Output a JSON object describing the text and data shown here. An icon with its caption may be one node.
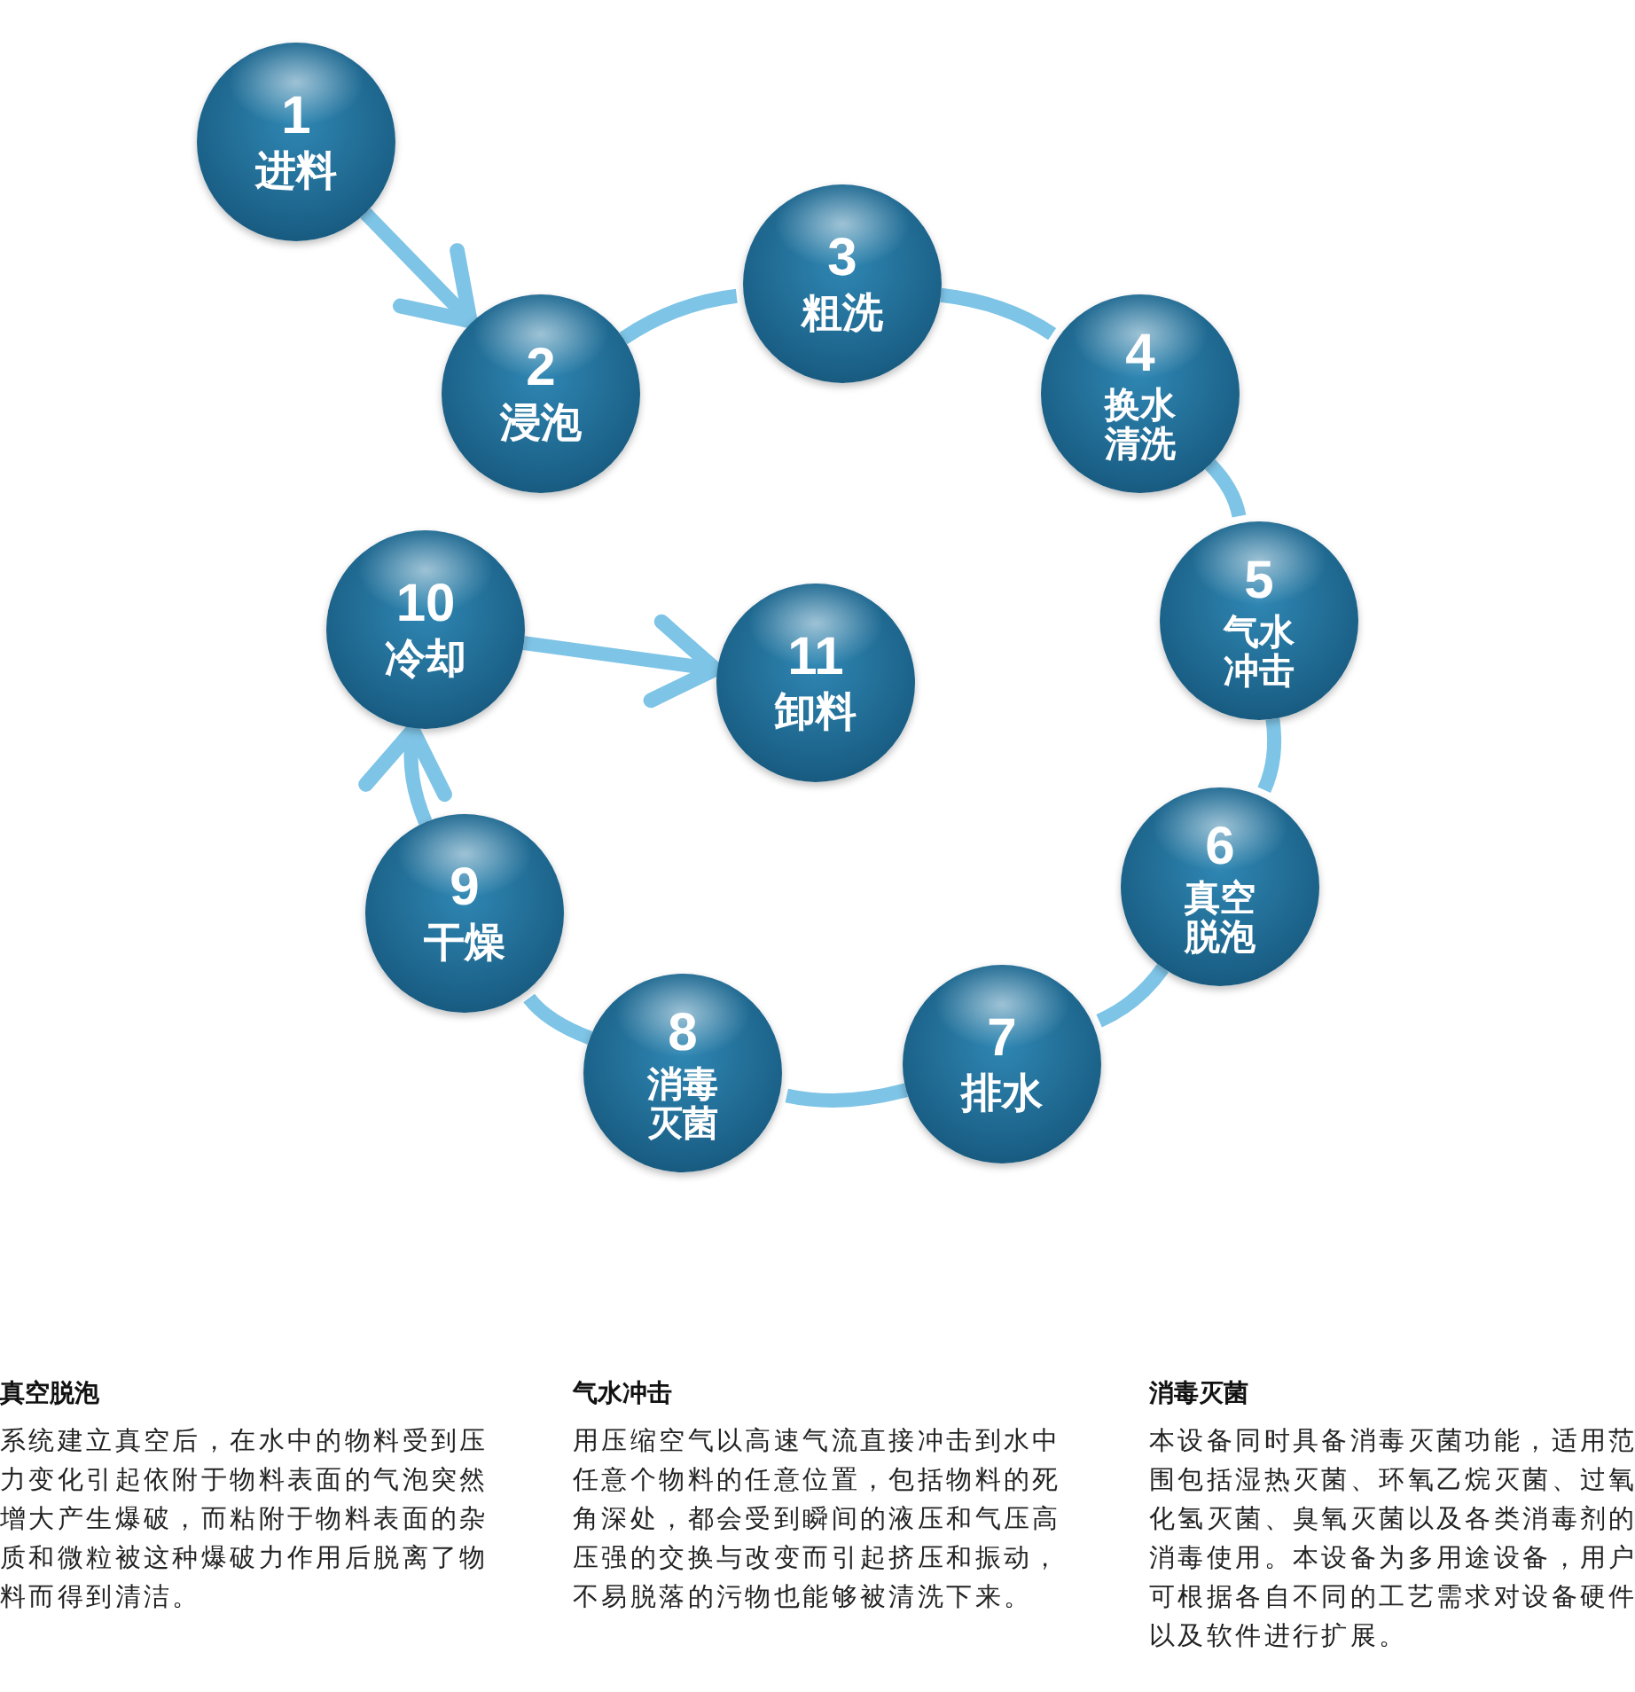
{
  "diagram": {
    "nodes": [
      {
        "text": [
          "1",
          "进料"
        ]
      },
      {
        "text": [
          "2",
          "浸泡"
        ]
      },
      {
        "text": [
          "3",
          "粗洗"
        ]
      },
      {
        "text": [
          "4",
          "换水清洗"
        ]
      },
      {
        "text": [
          "5",
          "气水冲击"
        ]
      },
      {
        "text": [
          "6",
          "真空脱泡"
        ]
      },
      {
        "text": [
          "7",
          "排水"
        ]
      },
      {
        "text": [
          "8",
          "消毒灭菌"
        ]
      },
      {
        "text": [
          "9",
          "干燥"
        ]
      },
      {
        "text": [
          "10",
          "冷却"
        ]
      },
      {
        "text": [
          "11",
          "卸料"
        ]
      }
    ],
    "edges": [
      {
        "from": 0,
        "to": 1,
        "arrow": "to"
      },
      {
        "from": 1,
        "to": 2,
        "arrow": "none"
      },
      {
        "from": 2,
        "to": 3,
        "arrow": "none"
      },
      {
        "from": 3,
        "to": 4,
        "arrow": "none"
      },
      {
        "from": 4,
        "to": 5,
        "arrow": "none"
      },
      {
        "from": 5,
        "to": 6,
        "arrow": "none"
      },
      {
        "from": 6,
        "to": 7,
        "arrow": "none"
      },
      {
        "from": 7,
        "to": 8,
        "arrow": "none"
      },
      {
        "from": 8,
        "to": 9,
        "arrow": "to"
      },
      {
        "from": 9,
        "to": 10,
        "arrow": "to"
      }
    ],
    "labels": [
      "真空脱泡",
      "系统建立真空后，在水中的物料受到压力变化引起依附于物料表面的气泡突然增大产生爆破，而粘附于物料表面的杂质和微粒被这种爆破力作用后脱离了物料而得到清洁。",
      "气水冲击",
      "用压缩空气以高速气流直接冲击到水中任意个物料的任意位置，包括物料的死角深处，都会受到瞬间的液压和气压高压强的交换与改变而引起挤压和振动，不易脱落的污物也能够被清洗下来。",
      "消毒灭菌",
      "本设备同时具备消毒灭菌功能，适用范围包括湿热灭菌、环氧乙烷灭菌、过氧化氢灭菌、臭氧灭菌以及各类消毒剂的消毒使用。本设备为多用途设备，用户可根据各自不同的工艺需求对设备硬件以及软件进行扩展。"
    ]
  }
}
